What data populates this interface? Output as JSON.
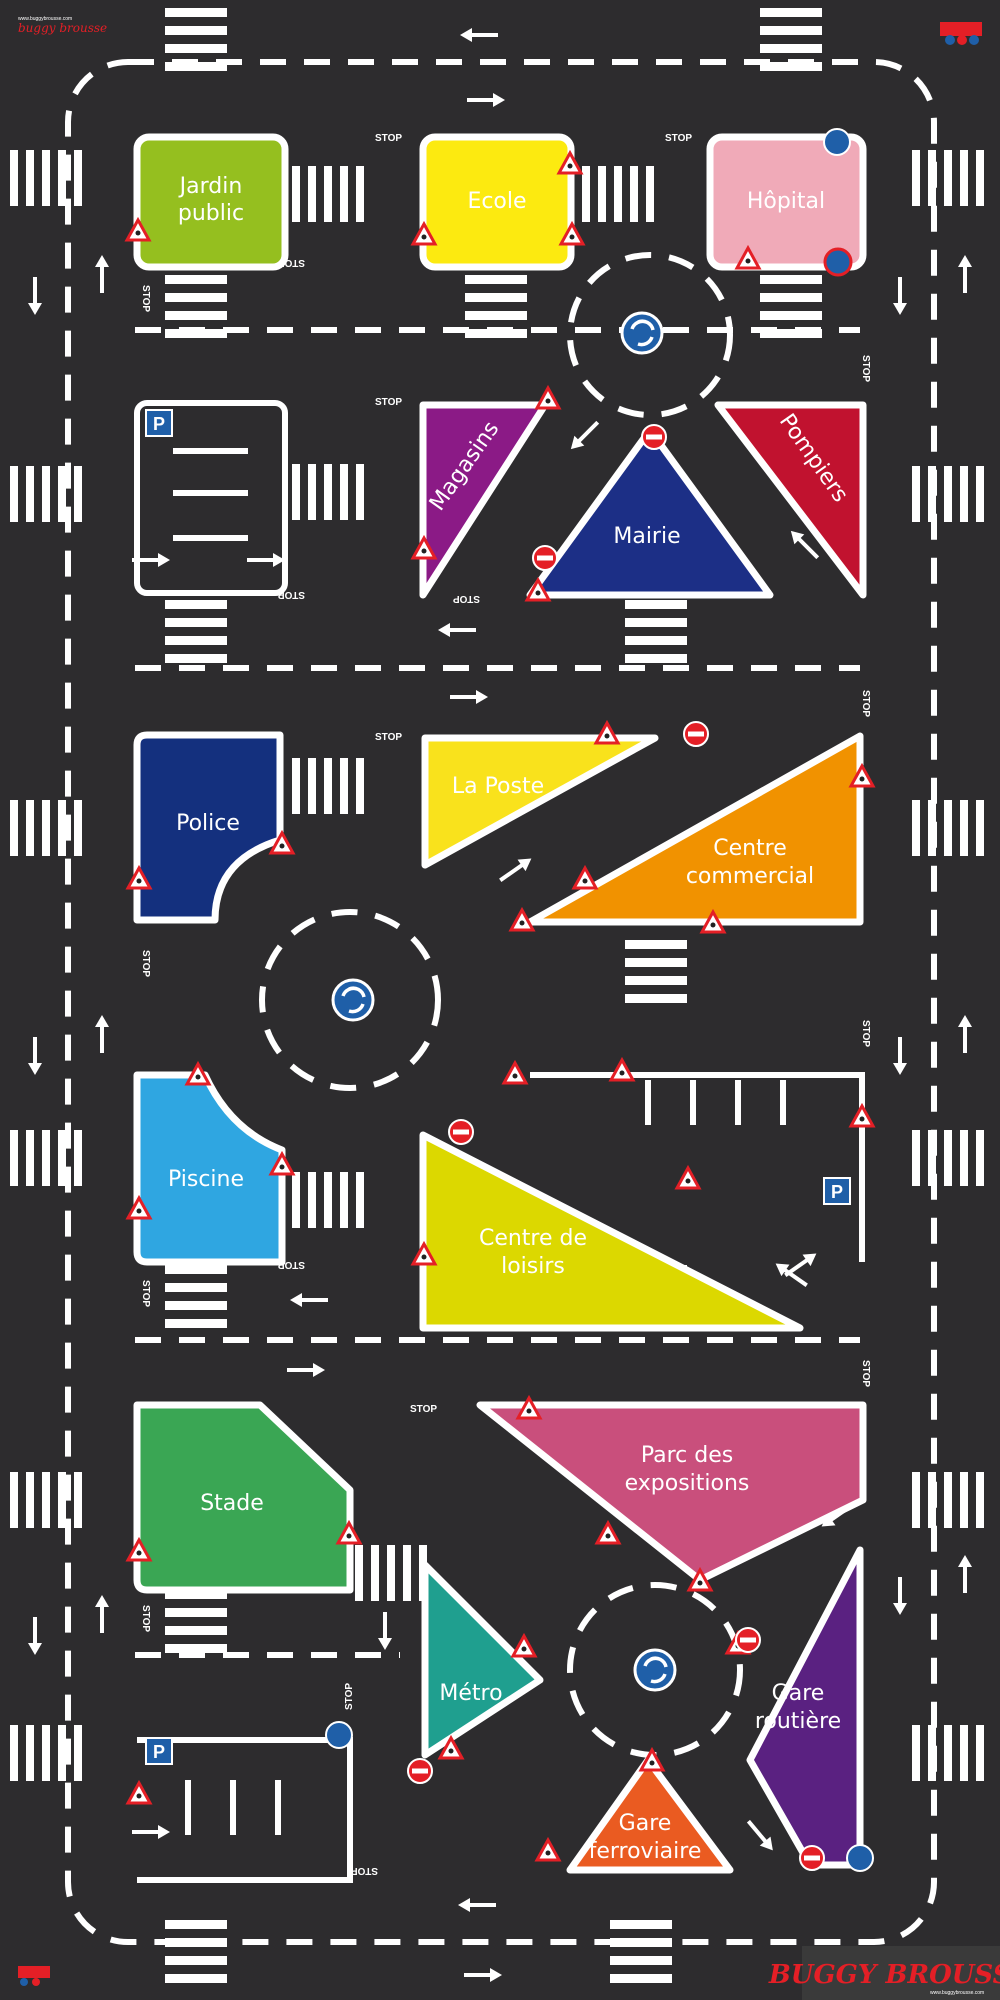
{
  "colors": {
    "asphalt": "#2d2c2e",
    "marking": "#ffffff",
    "jardin": "#95bf1f",
    "ecole": "#fcea10",
    "hopital": "#f0aab8",
    "magasins": "#8b1a86",
    "mairie": "#1c2f86",
    "pompiers": "#c1122f",
    "police": "#14307e",
    "laposte": "#f9e21c",
    "commercial": "#f19200",
    "piscine": "#2fa6e1",
    "loisirs": "#dcd800",
    "stade": "#3aa654",
    "expositions": "#c94f7c",
    "metro": "#1f9f8f",
    "routiere": "#5a2181",
    "ferroviaire": "#ea5b21",
    "sign_red": "#e41f26",
    "sign_blue": "#1f5fa8"
  },
  "buildings": [
    {
      "id": "jardin",
      "lines": [
        "Jardin",
        "public"
      ]
    },
    {
      "id": "ecole",
      "lines": [
        "Ecole"
      ]
    },
    {
      "id": "hopital",
      "lines": [
        "Hôpital"
      ]
    },
    {
      "id": "magasins",
      "lines": [
        "Magasins"
      ]
    },
    {
      "id": "mairie",
      "lines": [
        "Mairie"
      ]
    },
    {
      "id": "pompiers",
      "lines": [
        "Pompiers"
      ]
    },
    {
      "id": "police",
      "lines": [
        "Police"
      ]
    },
    {
      "id": "laposte",
      "lines": [
        "La Poste"
      ]
    },
    {
      "id": "commercial",
      "lines": [
        "Centre",
        "commercial"
      ]
    },
    {
      "id": "piscine",
      "lines": [
        "Piscine"
      ]
    },
    {
      "id": "loisirs",
      "lines": [
        "Centre de",
        "loisirs"
      ]
    },
    {
      "id": "stade",
      "lines": [
        "Stade"
      ]
    },
    {
      "id": "expositions",
      "lines": [
        "Parc des",
        "expositions"
      ]
    },
    {
      "id": "metro",
      "lines": [
        "Métro"
      ]
    },
    {
      "id": "routiere",
      "lines": [
        "Gare",
        "routière"
      ]
    },
    {
      "id": "ferroviaire",
      "lines": [
        "Gare",
        "ferroviaire"
      ]
    }
  ],
  "stop_label": "STOP",
  "parking_label": "P",
  "brand": {
    "name": "BUGGY BROUSSE",
    "tagline": "www.buggybrousse.com"
  }
}
